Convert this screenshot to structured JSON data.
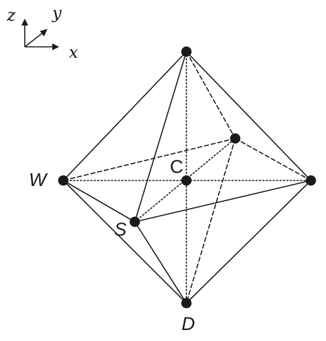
{
  "axes": {
    "x_label": "x",
    "y_label": "y",
    "z_label": "z"
  },
  "labels": {
    "west": "W",
    "center": "C",
    "south": "S",
    "down": "D"
  },
  "colors": {
    "ink": "#1a1a1a",
    "background": "#ffffff"
  }
}
